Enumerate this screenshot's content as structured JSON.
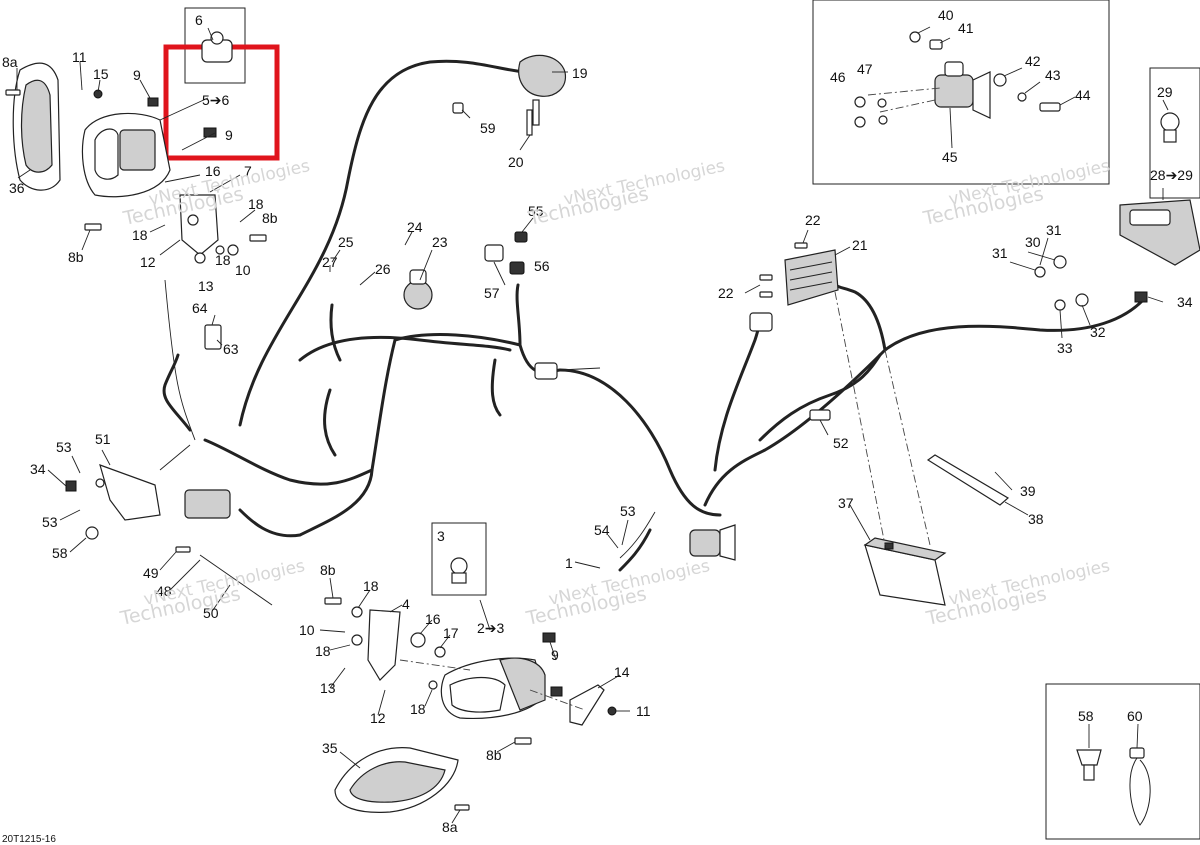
{
  "diagram_ref": "20T1215-16",
  "watermark": {
    "line1": "vNext Technologies",
    "line2": "Technologies"
  },
  "callouts": [
    "8a",
    "11",
    "15",
    "9",
    "6",
    "5➔6",
    "9",
    "36",
    "16",
    "7",
    "18",
    "8b",
    "8b",
    "18",
    "12",
    "18",
    "10",
    "13",
    "19",
    "59",
    "20",
    "40",
    "41",
    "46",
    "47",
    "42",
    "43",
    "44",
    "45",
    "29",
    "28➔29",
    "24",
    "23",
    "25",
    "27",
    "26",
    "55",
    "56",
    "57",
    "64",
    "63",
    "22",
    "21",
    "22",
    "30",
    "31",
    "31",
    "34",
    "32",
    "33",
    "52",
    "37",
    "39",
    "38",
    "51",
    "53",
    "34",
    "53",
    "58",
    "49",
    "48",
    "50",
    "3",
    "2➔3",
    "1",
    "54",
    "53",
    "8b",
    "18",
    "4",
    "10",
    "16",
    "17",
    "18",
    "13",
    "12",
    "18",
    "9",
    "14",
    "11",
    "8b",
    "35",
    "8a",
    "58",
    "60"
  ]
}
